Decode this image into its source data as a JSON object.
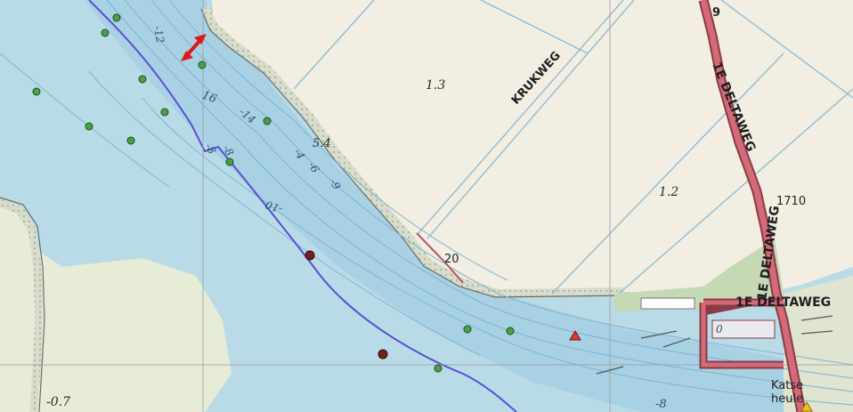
{
  "map": {
    "colors": {
      "water": "#b9dbe8",
      "water_deep": "#9fcbe0",
      "land": "#f2eee2",
      "shore": "#e6ecd6",
      "road": "#c95b6a",
      "grass": "#c5d9b4",
      "contour": "#7fb3cf",
      "depth_line": "#5a4fd6"
    },
    "roads": {
      "krukweg": "KRUKWEG",
      "deltaweg_north": "1E DELTAWEG",
      "deltaweg_south": "1E DELTAWEG",
      "deltaweg_east": "1E DELTAWEG",
      "route_top": "9"
    },
    "places": {
      "katse": "Katse",
      "heule": "heule"
    },
    "elevations": {
      "e1": "1.3",
      "e2": "1.2",
      "e3": "5.4",
      "e4": "20",
      "e5": "1710",
      "e6": "-0.7"
    },
    "depths": {
      "d1": "-12",
      "d2": "16",
      "d3": "-14",
      "d4": "-4",
      "d5": "-6",
      "d6": "-8",
      "d7": "-9",
      "d8": "-10",
      "d9": "-8",
      "d10": "0",
      "d11": "-8"
    },
    "icons": {
      "arrow": "red-double-arrow-icon",
      "buoy": "green-buoy-icon",
      "marker": "dark-red-marker-icon",
      "triangle": "red-triangle-icon"
    }
  }
}
